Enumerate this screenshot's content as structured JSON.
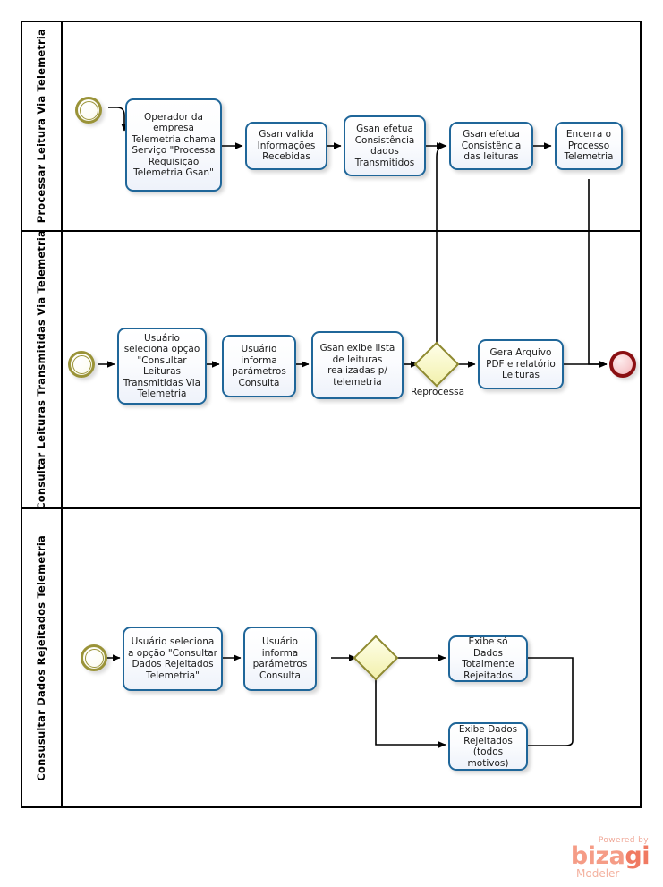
{
  "diagram": {
    "type": "bpmn-process-diagram",
    "pool_border_color": "#000000",
    "task_border_color": "#1F6699",
    "gateway_border_color": "#8F8A30",
    "start_event_color": "#9A9338",
    "end_event_color": "#8A0F12"
  },
  "lanes": [
    {
      "id": "lane-processar-leitura",
      "label": "Processar Leitura Via Telemetria"
    },
    {
      "id": "lane-consultar-leituras",
      "label": "Consultar Leituras Transmitidas Via Telemetria"
    },
    {
      "id": "lane-consultar-rejeitados",
      "label": "Consusultar Dados Rejeitados Telemetria"
    }
  ],
  "events": [
    {
      "id": "start-1",
      "kind": "start",
      "lane": 0
    },
    {
      "id": "start-2",
      "kind": "start",
      "lane": 1
    },
    {
      "id": "end-1",
      "kind": "end",
      "lane": 1
    },
    {
      "id": "start-3",
      "kind": "start",
      "lane": 2
    }
  ],
  "tasks": [
    {
      "id": "t1",
      "lane": 0,
      "label": "Operador da empresa Telemetria chama Serviço \"Processa Requisição Telemetria Gsan\""
    },
    {
      "id": "t2",
      "lane": 0,
      "label": "Gsan valida Informações Recebidas"
    },
    {
      "id": "t3",
      "lane": 0,
      "label": "Gsan efetua Consistência dados Transmitidos"
    },
    {
      "id": "t4",
      "lane": 0,
      "label": "Gsan efetua Consistência das leituras"
    },
    {
      "id": "t5",
      "lane": 0,
      "label": "Encerra o Processo Telemetria"
    },
    {
      "id": "t6",
      "lane": 1,
      "label": "Usuário seleciona opção \"Consultar Leituras Transmitidas Via Telemetria"
    },
    {
      "id": "t7",
      "lane": 1,
      "label": "Usuário informa parámetros Consulta"
    },
    {
      "id": "t8",
      "lane": 1,
      "label": "Gsan exibe lista de leituras realizadas p/ telemetria"
    },
    {
      "id": "t9",
      "lane": 1,
      "label": "Gera Arquivo PDF e relatório Leituras"
    },
    {
      "id": "t10",
      "lane": 2,
      "label": "Usuário seleciona a opção \"Consultar Dados Rejeitados Telemetria\""
    },
    {
      "id": "t11",
      "lane": 2,
      "label": "Usuário informa parámetros Consulta"
    },
    {
      "id": "t12",
      "lane": 2,
      "label": "Exibe só Dados Totalmente Rejeitados"
    },
    {
      "id": "t13",
      "lane": 2,
      "label": "Exibe Dados Rejeitados (todos motivos)"
    }
  ],
  "gateways": [
    {
      "id": "g1",
      "lane": 1,
      "label": "Reprocessa"
    },
    {
      "id": "g2",
      "lane": 2,
      "label": ""
    }
  ],
  "logo": {
    "powered_by": "Powered by",
    "brand_part_1": "biza",
    "brand_part_2": "gi",
    "product": "Modeler"
  }
}
